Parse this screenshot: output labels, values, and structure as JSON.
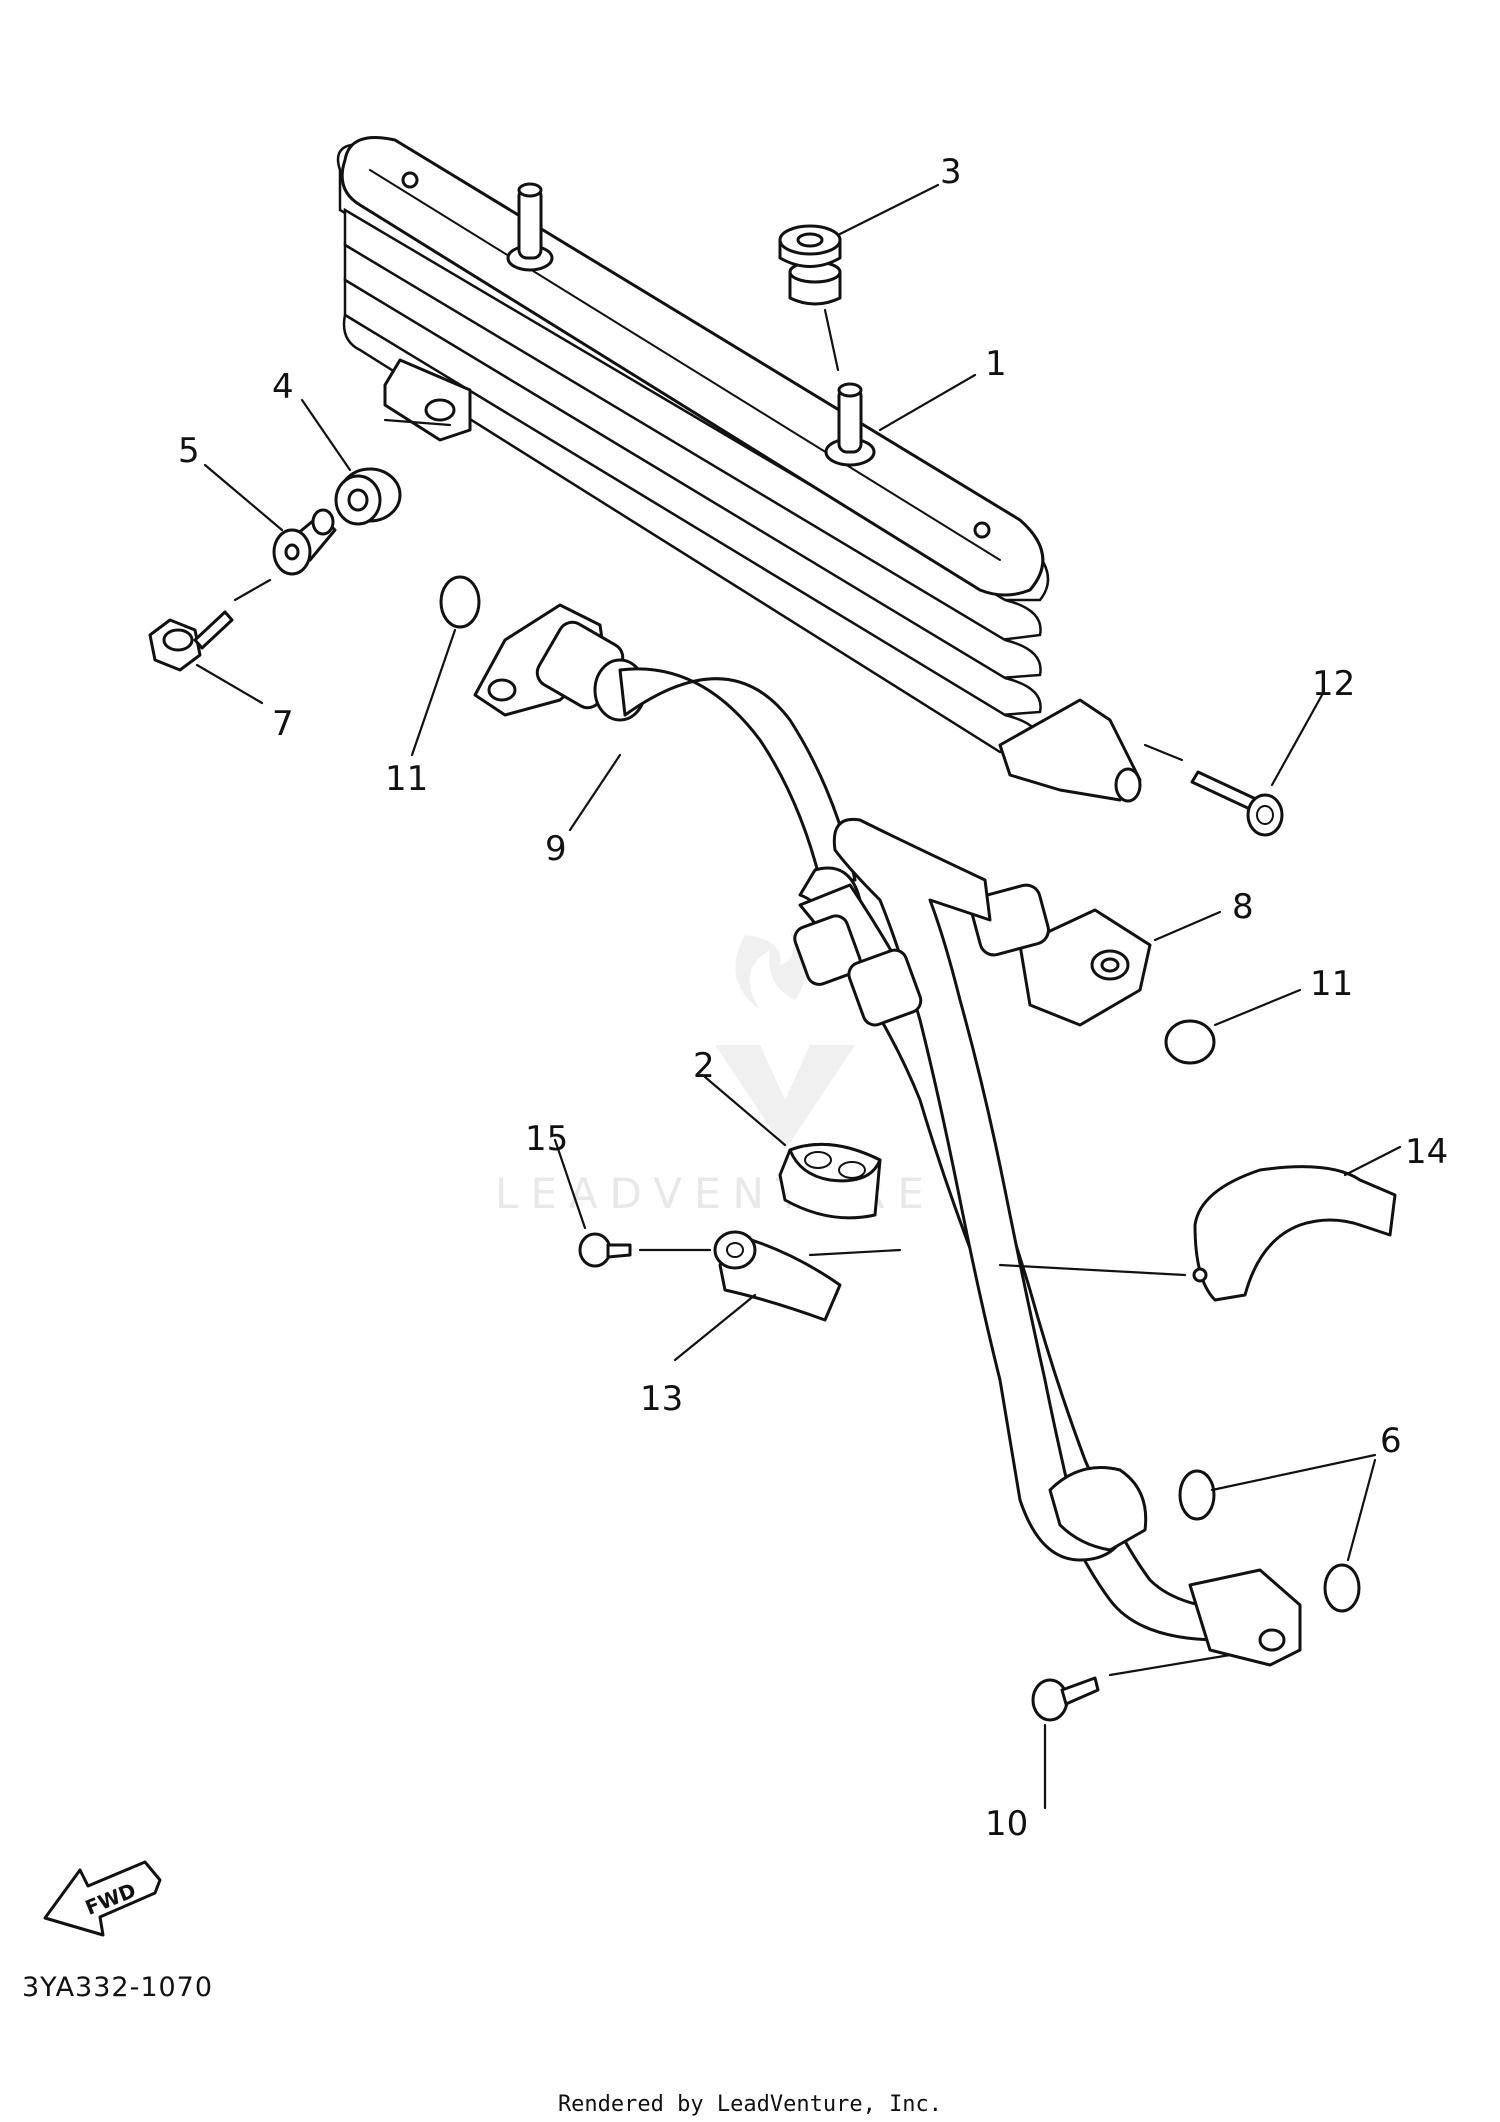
{
  "diagram": {
    "code": "3YA332-1070",
    "footer": "Rendered by LeadVenture, Inc.",
    "watermark": "LEADVENTURE",
    "fwd_label": "FWD"
  },
  "callouts": [
    {
      "id": "c1",
      "text": "1"
    },
    {
      "id": "c2",
      "text": "2"
    },
    {
      "id": "c3",
      "text": "3"
    },
    {
      "id": "c4",
      "text": "4"
    },
    {
      "id": "c5",
      "text": "5"
    },
    {
      "id": "c6",
      "text": "6"
    },
    {
      "id": "c7",
      "text": "7"
    },
    {
      "id": "c8",
      "text": "8"
    },
    {
      "id": "c9",
      "text": "9"
    },
    {
      "id": "c10",
      "text": "10"
    },
    {
      "id": "c11a",
      "text": "11"
    },
    {
      "id": "c11b",
      "text": "11"
    },
    {
      "id": "c12",
      "text": "12"
    },
    {
      "id": "c13",
      "text": "13"
    },
    {
      "id": "c14",
      "text": "14"
    },
    {
      "id": "c15",
      "text": "15"
    }
  ]
}
